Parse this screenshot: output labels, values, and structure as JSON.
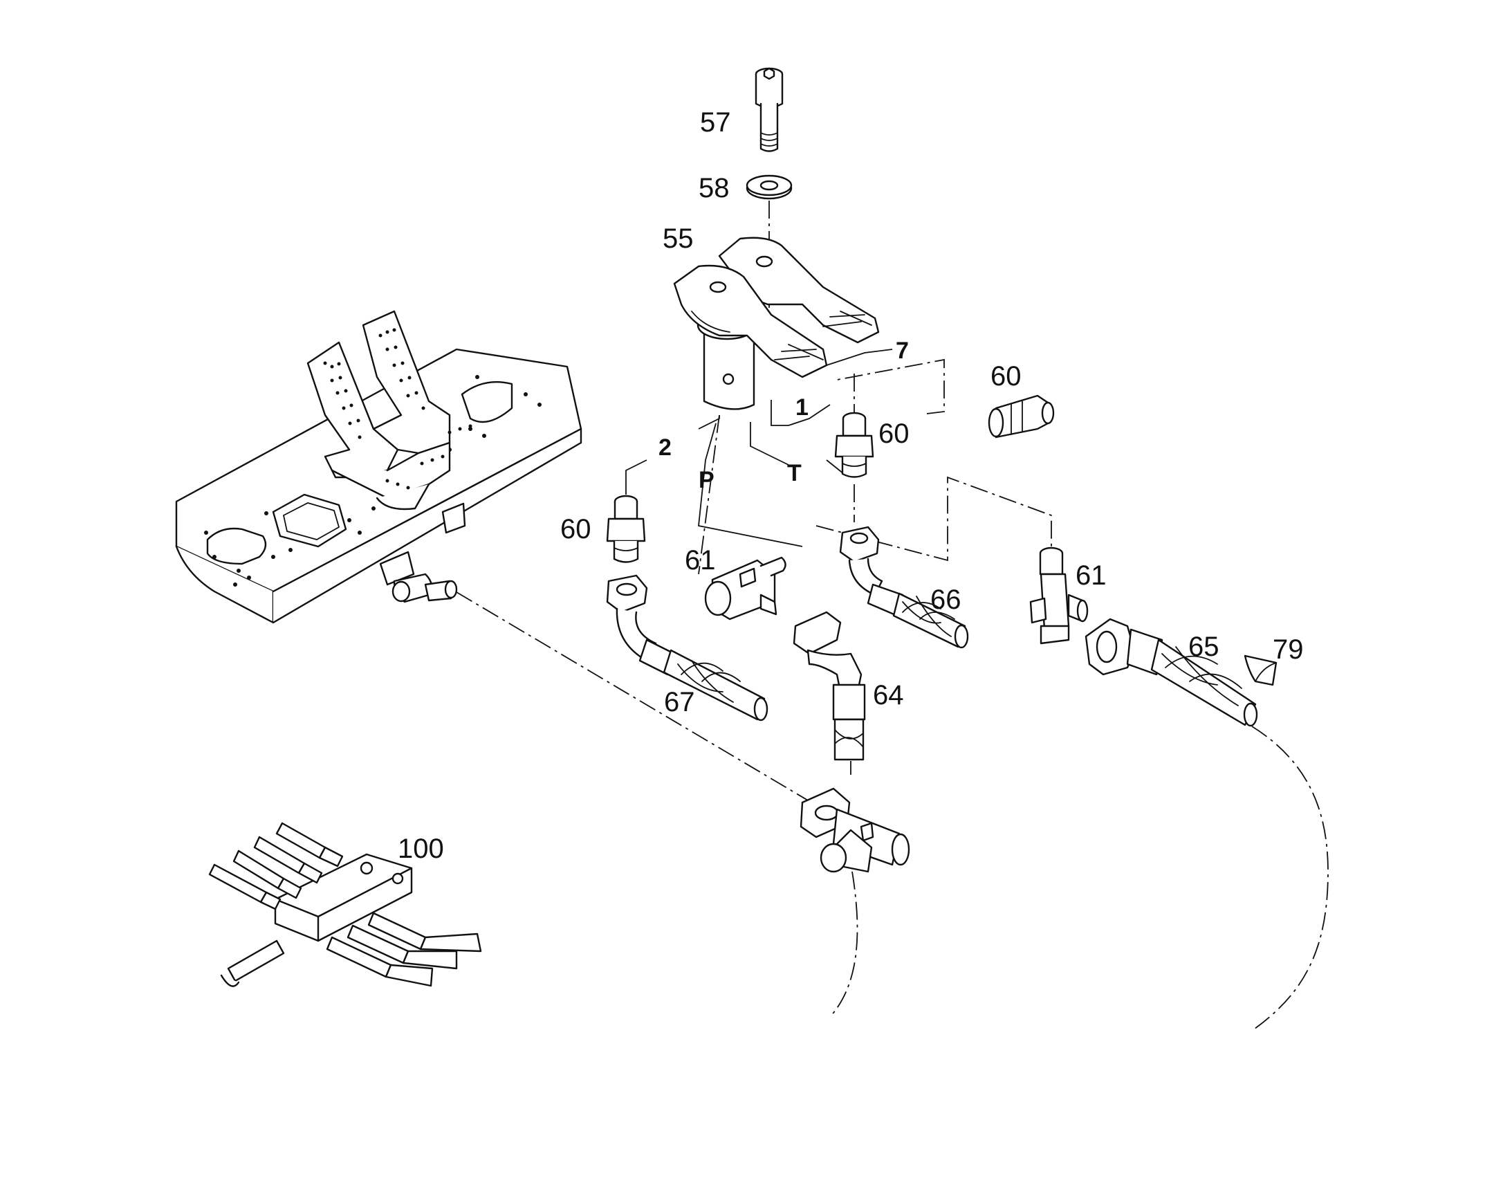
{
  "diagram": {
    "callouts": {
      "c57": "57",
      "c58": "58",
      "c55": "55",
      "c60a": "60",
      "c60b": "60",
      "c60c": "60",
      "c61a": "61",
      "c61b": "61",
      "c66": "66",
      "c67": "67",
      "c64": "64",
      "c65": "65",
      "c79": "79",
      "c100": "100"
    },
    "ports": {
      "p7": "7",
      "p1": "1",
      "p2": "2",
      "pP": "P",
      "pT": "T"
    }
  }
}
